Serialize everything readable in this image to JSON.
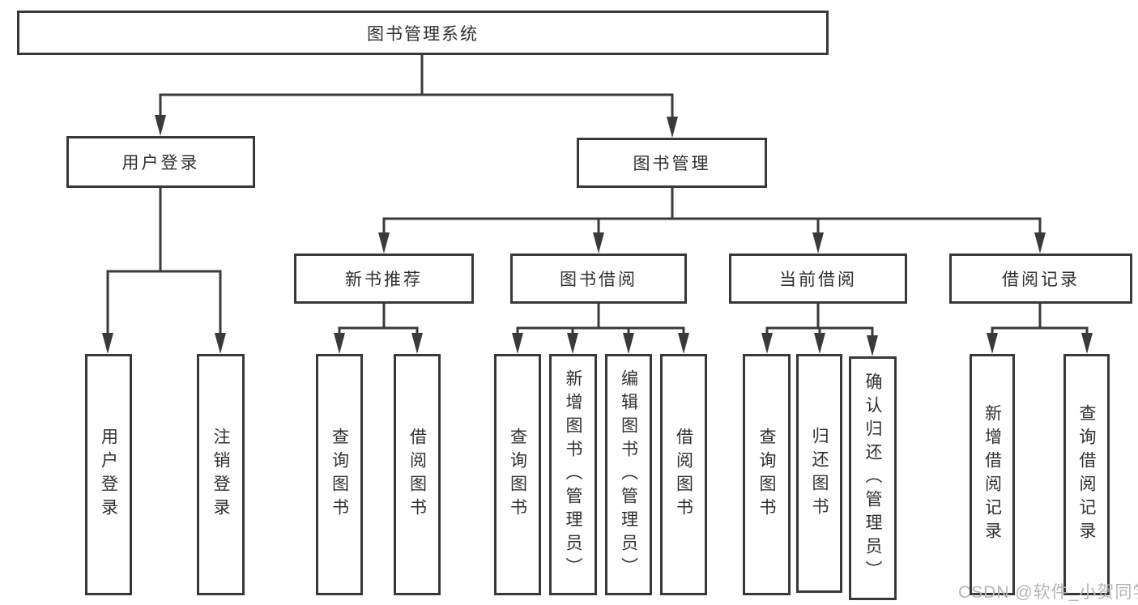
{
  "diagram": {
    "title": "图书管理系统",
    "level2": {
      "user_login": "用户登录",
      "book_mgmt": "图书管理"
    },
    "level3": {
      "new_books": "新书推荐",
      "borrowing": "图书借阅",
      "current": "当前借阅",
      "records": "借阅记录"
    },
    "leaves": {
      "login": "用户登录",
      "logout": "注销登录",
      "rec_query": "查询图书",
      "rec_borrow": "借阅图书",
      "bor_query": "查询图书",
      "bor_add": "新增图书（管理员）",
      "bor_edit": "编辑图书（管理员）",
      "bor_borrow": "借阅图书",
      "cur_query": "查询图书",
      "cur_return": "归还图书",
      "cur_confirm": "确认归还（管理员）",
      "log_add": "新增借阅记录",
      "log_query": "查询借阅记录"
    }
  },
  "watermark": "CSDN @软件_小贺同学",
  "colors": {
    "line": "#3a3a3a",
    "border": "#383838",
    "text": "#303030",
    "background": "#ffffff",
    "watermark": "#b5b5b5"
  }
}
